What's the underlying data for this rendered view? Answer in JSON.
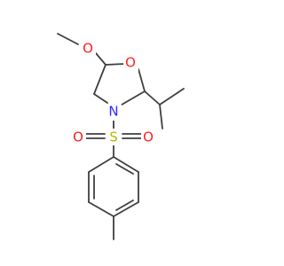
{
  "molecule": {
    "atoms": {
      "o_methoxy": "O",
      "o_ring": "O",
      "n_ring": "N",
      "s_sulfonyl": "S",
      "o_sulfonyl_left": "O",
      "o_sulfonyl_right": "O"
    },
    "colors": {
      "bond": "#3f3f3f",
      "oxygen": "#ff1f1f",
      "nitrogen": "#2d2dff",
      "sulfur": "#b7b700"
    }
  }
}
